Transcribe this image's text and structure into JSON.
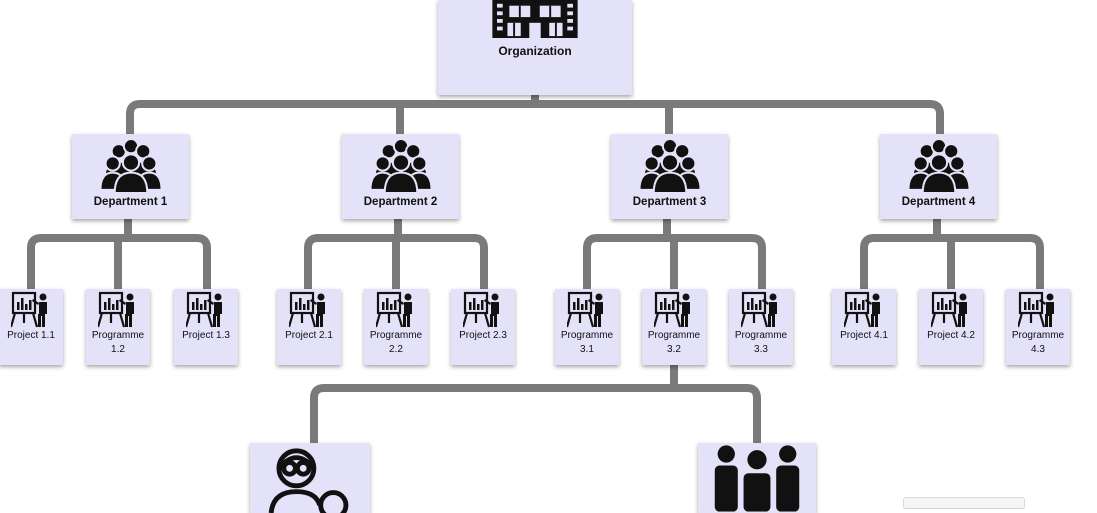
{
  "diagram": {
    "root": {
      "label": "Organization",
      "icon": "building-icon"
    },
    "departments": [
      {
        "label": "Department 1",
        "icon": "group-icon",
        "children": [
          {
            "label": "Project 1.1",
            "icon": "presentation-icon"
          },
          {
            "label": "Programme 1.2",
            "icon": "presentation-icon"
          },
          {
            "label": "Project 1.3",
            "icon": "presentation-icon"
          }
        ]
      },
      {
        "label": "Department 2",
        "icon": "group-icon",
        "children": [
          {
            "label": "Project 2.1",
            "icon": "presentation-icon"
          },
          {
            "label": "Programme 2.2",
            "icon": "presentation-icon"
          },
          {
            "label": "Project 2.3",
            "icon": "presentation-icon"
          }
        ]
      },
      {
        "label": "Department 3",
        "icon": "group-icon",
        "children": [
          {
            "label": "Programme 3.1",
            "icon": "presentation-icon"
          },
          {
            "label": "Programme 3.2",
            "icon": "presentation-icon"
          },
          {
            "label": "Programme 3.3",
            "icon": "presentation-icon"
          }
        ]
      },
      {
        "label": "Department 4",
        "icon": "group-icon",
        "children": [
          {
            "label": "Project 4.1",
            "icon": "presentation-icon"
          },
          {
            "label": "Project 4.2",
            "icon": "presentation-icon"
          },
          {
            "label": "Programme 4.3",
            "icon": "presentation-icon"
          }
        ]
      }
    ],
    "programme_3_2_children": [
      {
        "icon": "worker-gears-icon"
      },
      {
        "icon": "team-people-icon"
      }
    ]
  },
  "colors": {
    "node_fill": "#e4e2f8",
    "connector": "#7a7a7a",
    "icon": "#111111"
  }
}
